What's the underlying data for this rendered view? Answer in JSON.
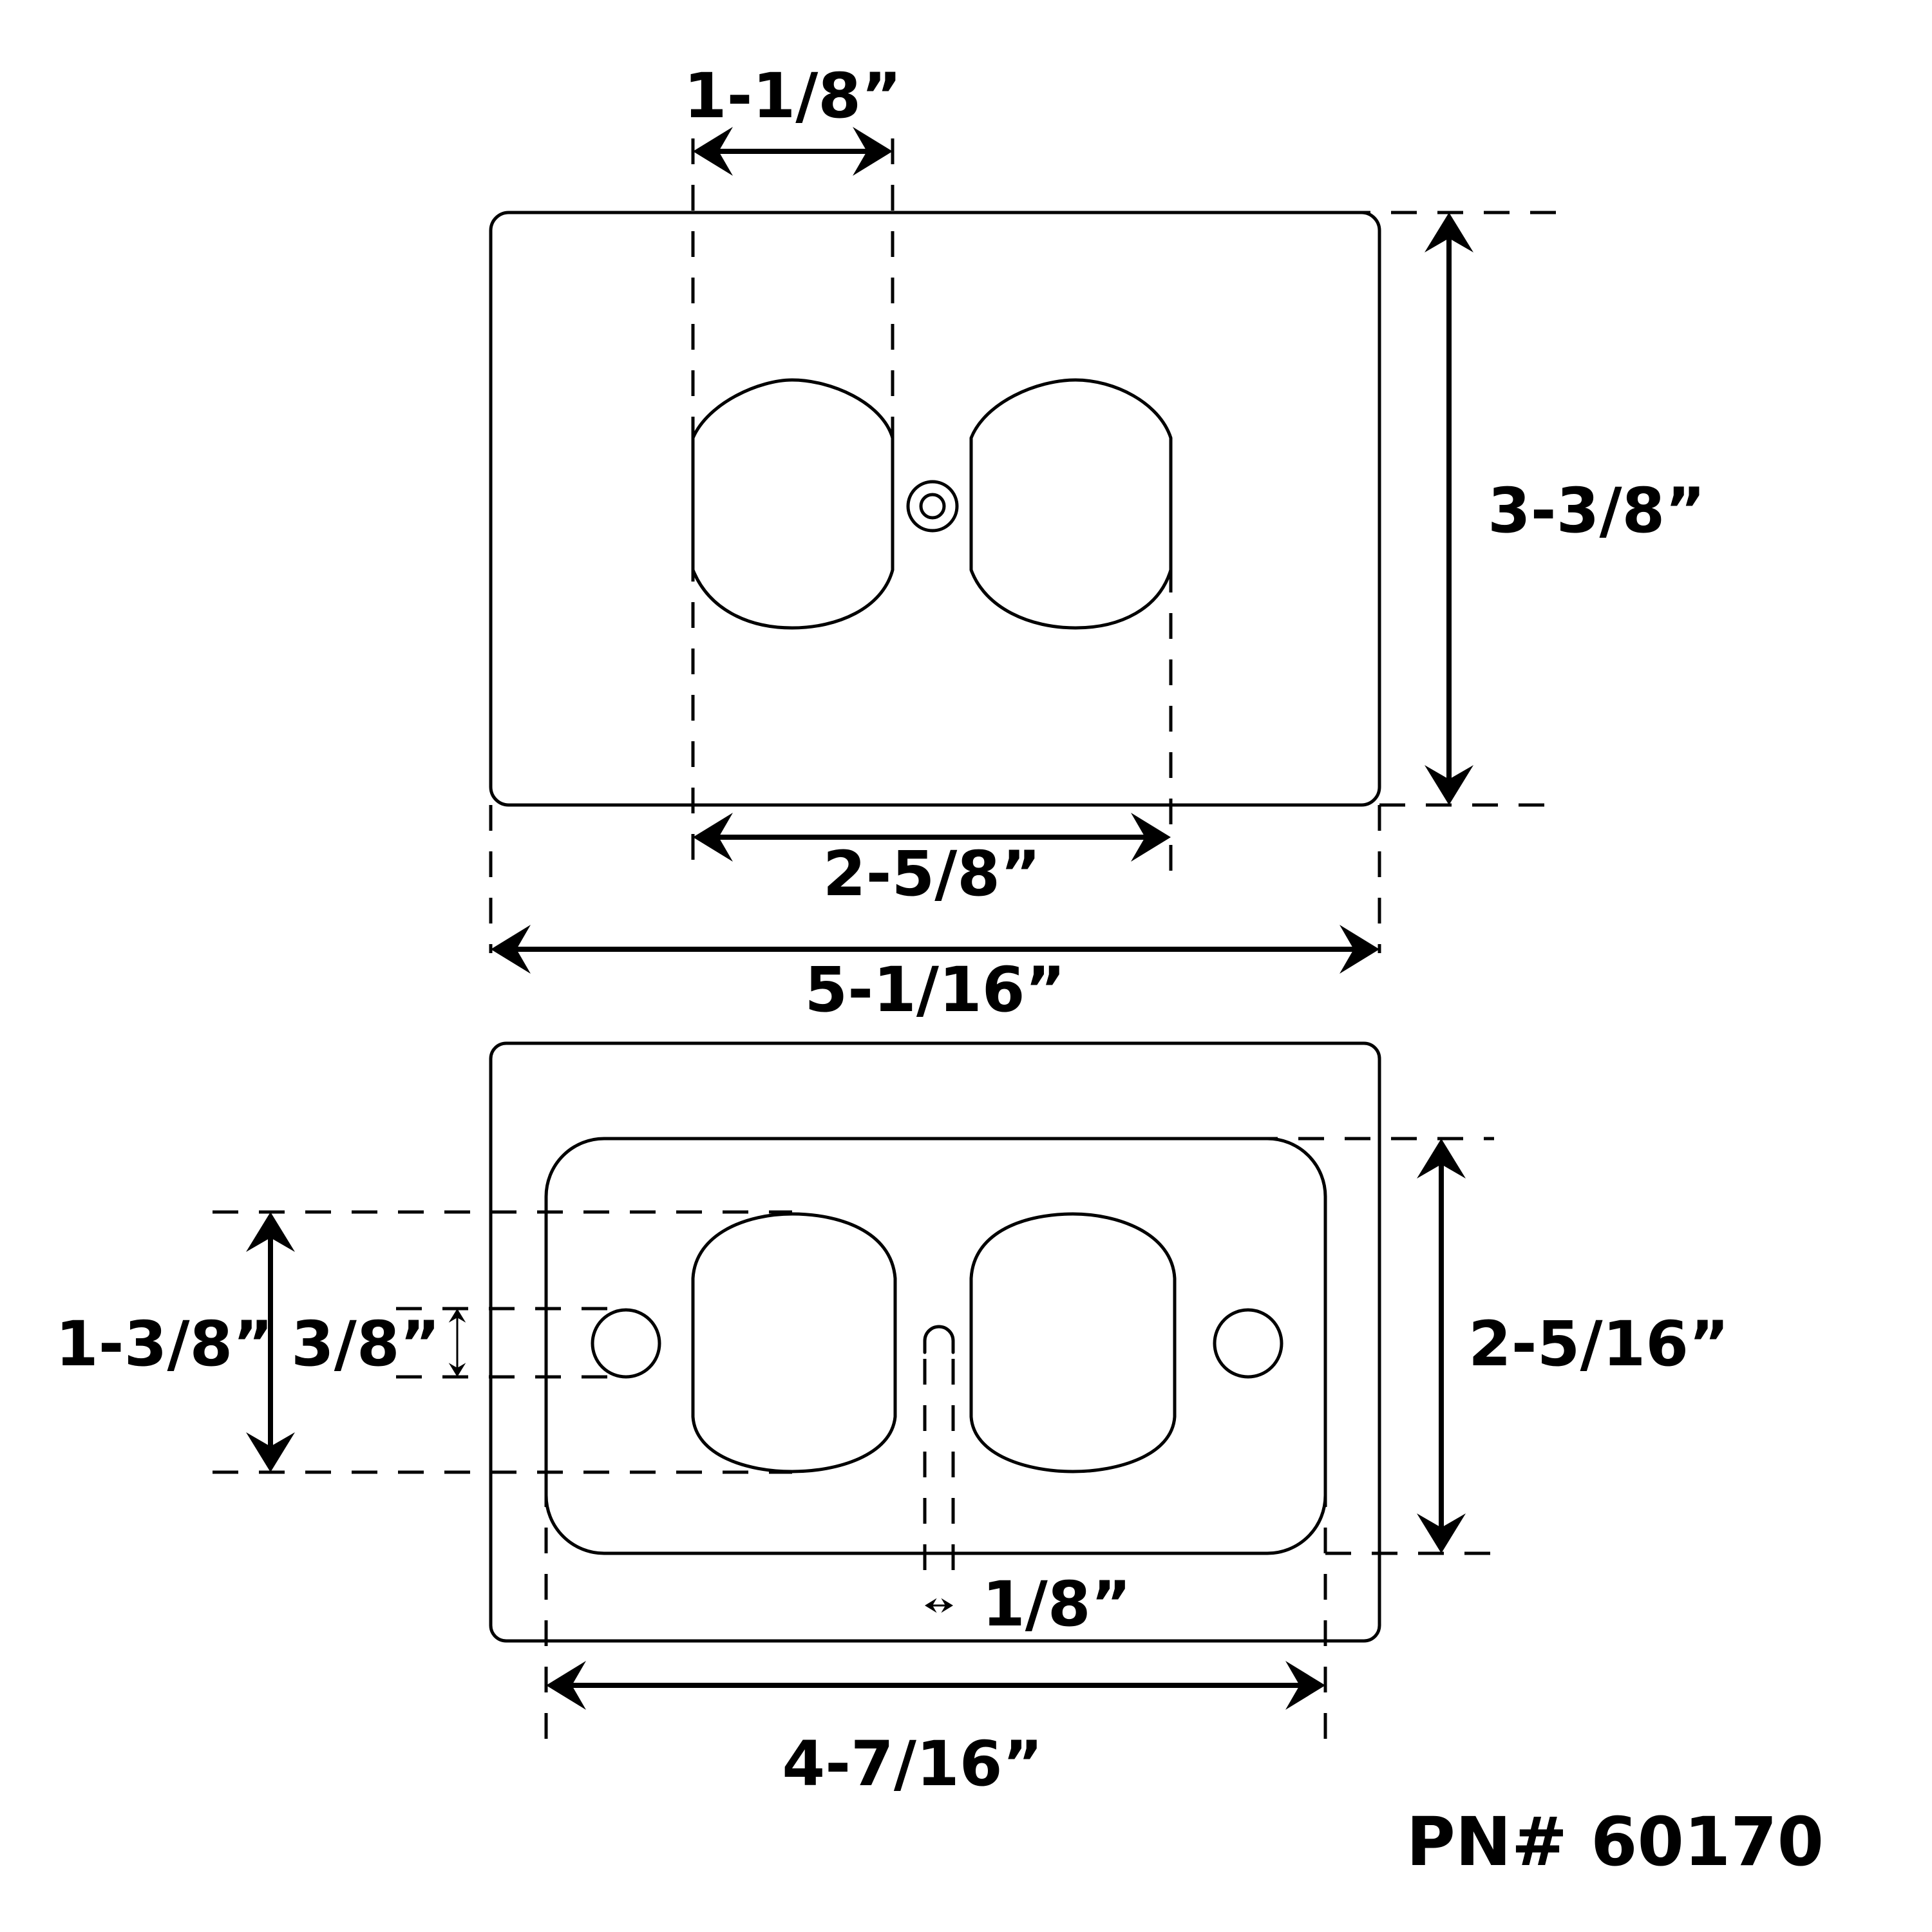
{
  "dimensions": {
    "top_slot_width": "1-1/8”",
    "top_plate_height": "3-3/8”",
    "top_slot_span": "2-5/8”",
    "top_plate_width": "5-1/16”",
    "bottom_slot_height": "1-3/8”",
    "bottom_hole_height": "3/8”",
    "bottom_inner_height": "2-5/16”",
    "bottom_center_slot": "1/8”",
    "bottom_inner_width": "4-7/16”"
  },
  "part_number": "PN# 60170"
}
